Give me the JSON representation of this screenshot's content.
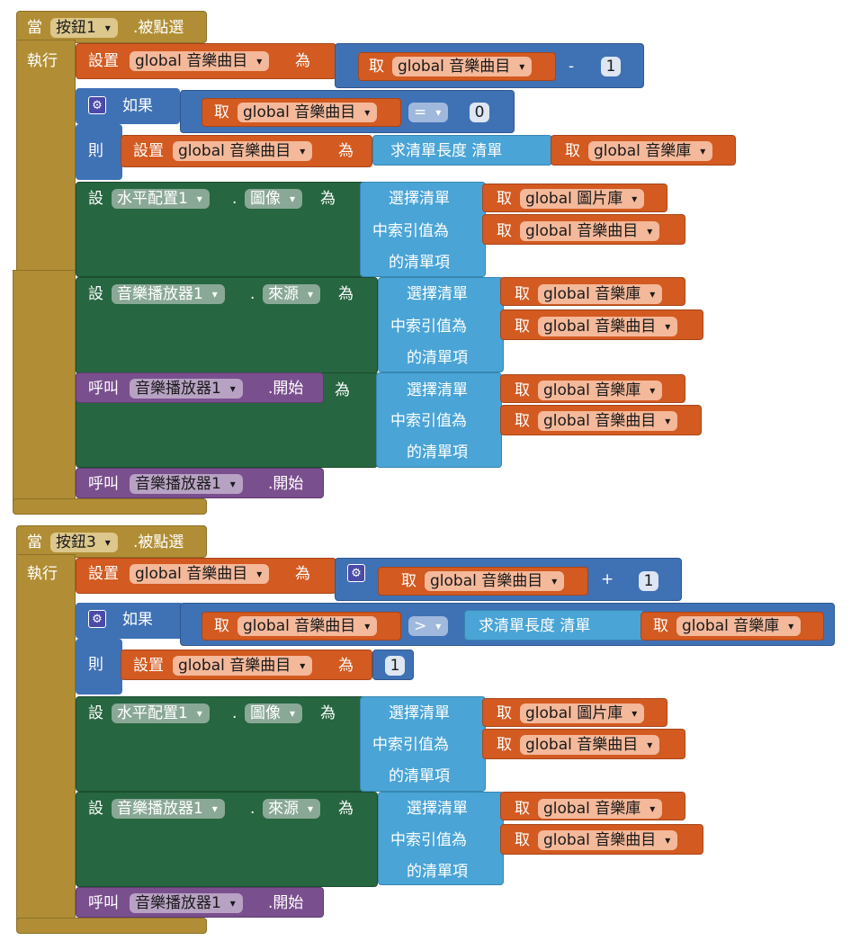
{
  "block1": {
    "when": "當",
    "button": "按鈕1",
    "event": ".被點選",
    "do": "執行",
    "set": "設置",
    "var": "global 音樂曲目",
    "to": "為",
    "get": "取",
    "minus": "-",
    "one": "1",
    "if": "如果",
    "eq": "=",
    "zero": "0",
    "then": "則",
    "len": "求清單長度  清單",
    "lib": "global 音樂庫",
    "setcomp": "設",
    "hcomp": "水平配置1",
    "dot": ".",
    "image": "圖像",
    "select1": "選擇清單",
    "select2": "中索引值為",
    "select3": "的清單項",
    "piclib": "global 圖片庫",
    "player": "音樂播放器1",
    "source": "來源",
    "call": "呼叫",
    "start": ".開始"
  },
  "block2": {
    "when": "當",
    "button": "按鈕3",
    "event": ".被點選",
    "do": "執行",
    "set": "設置",
    "var": "global 音樂曲目",
    "to": "為",
    "get": "取",
    "plus": "+",
    "one": "1",
    "if": "如果",
    "gt": ">",
    "len": "求清單長度  清單",
    "lib": "global 音樂庫",
    "then": "則",
    "setcomp": "設",
    "hcomp": "水平配置1",
    "dot": ".",
    "image": "圖像",
    "select1": "選擇清單",
    "select2": "中索引值為",
    "select3": "的清單項",
    "piclib": "global 圖片庫",
    "player": "音樂播放器1",
    "source": "來源",
    "call": "呼叫",
    "start": ".開始"
  },
  "colors": {
    "event": "#b18e35",
    "procedure": "#d35a20",
    "math": "#3f71b5",
    "list": "#4aa4d6",
    "component": "#266640",
    "call": "#7a4f8e"
  }
}
